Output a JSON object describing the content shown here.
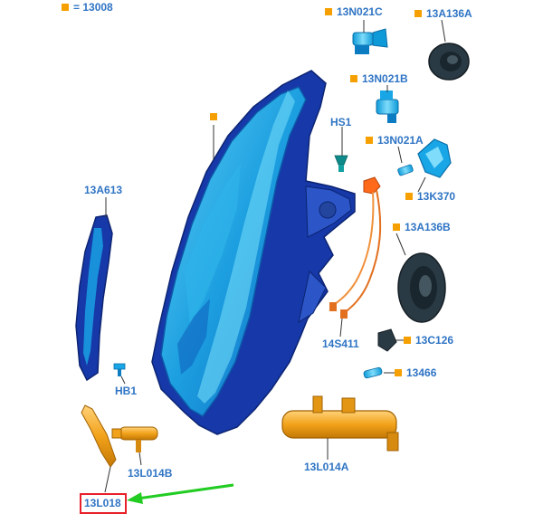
{
  "colors": {
    "label": "#2f74c4",
    "marker": "#f5a000",
    "leader": "#333333",
    "highlight_box": "#e8202a",
    "highlight_arrow": "#22cc22",
    "part_blue_dark": "#1638a8",
    "part_blue_light": "#19a6e6",
    "part_orange": "#f2a21a",
    "part_gray": "#2a3a44"
  },
  "legend": {
    "text": "= 13008",
    "marker_icon": "orange-square-icon"
  },
  "main_housing": {
    "label": "",
    "marker_icon": "orange-square-icon"
  },
  "callouts": [
    {
      "id": "13n021c",
      "text": "13N021C",
      "marker": true
    },
    {
      "id": "13a136a",
      "text": "13A136A",
      "marker": true
    },
    {
      "id": "13n021b",
      "text": "13N021B",
      "marker": true
    },
    {
      "id": "hs1",
      "text": "HS1",
      "marker": false
    },
    {
      "id": "13n021a",
      "text": "13N021A",
      "marker": true
    },
    {
      "id": "13k370",
      "text": "13K370",
      "marker": true
    },
    {
      "id": "13a613",
      "text": "13A613",
      "marker": false
    },
    {
      "id": "13a136b",
      "text": "13A136B",
      "marker": true
    },
    {
      "id": "14s411",
      "text": "14S411",
      "marker": false
    },
    {
      "id": "13c126",
      "text": "13C126",
      "marker": true
    },
    {
      "id": "hb1",
      "text": "HB1",
      "marker": false
    },
    {
      "id": "13466",
      "text": "13466",
      "marker": true
    },
    {
      "id": "13l014b",
      "text": "13L014B",
      "marker": false
    },
    {
      "id": "13l014a",
      "text": "13L014A",
      "marker": false
    },
    {
      "id": "13l018",
      "text": "13L018",
      "marker": false,
      "highlighted": true
    }
  ]
}
